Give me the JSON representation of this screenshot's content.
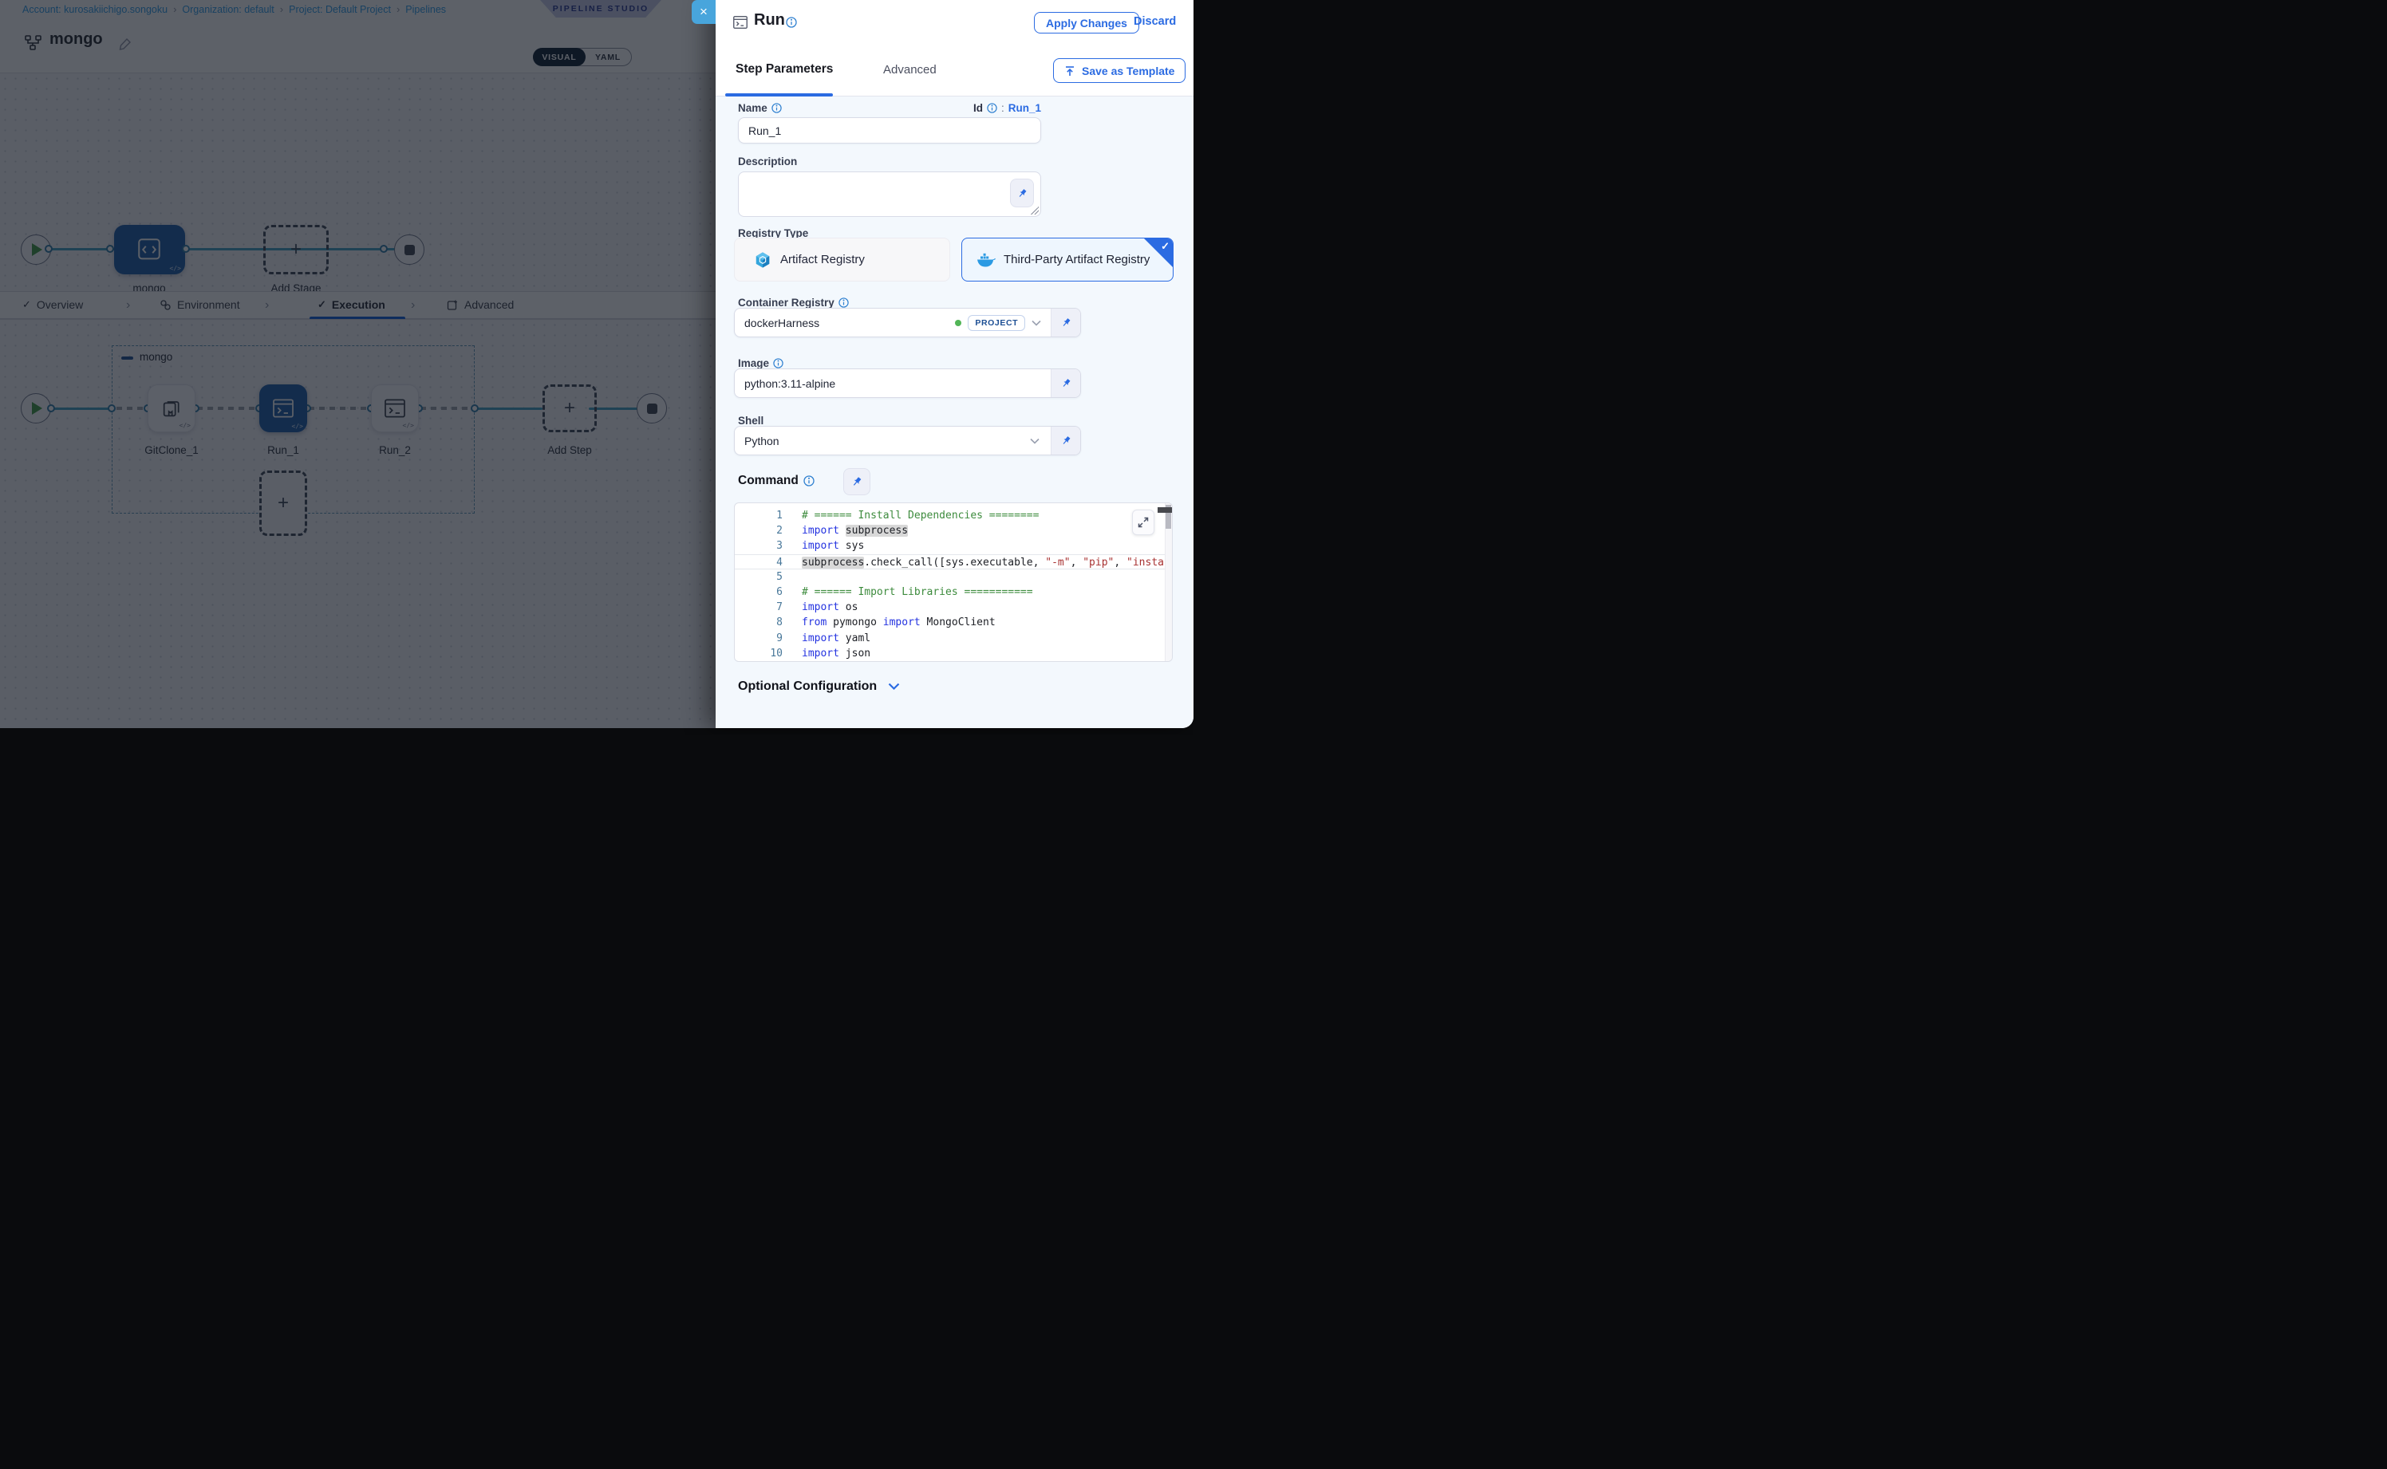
{
  "icons": {
    "check": "✓",
    "chevron": "›",
    "plus": "+",
    "close": "×"
  },
  "breadcrumb": {
    "separator": "›",
    "items": [
      "Account: kurosakiichigo.songoku",
      "Organization: default",
      "Project: Default Project",
      "Pipelines"
    ]
  },
  "studio_badge": "PIPELINE STUDIO",
  "pipeline_header": {
    "title": "mongo",
    "toggle": {
      "visual": "VISUAL",
      "yaml": "YAML"
    }
  },
  "stage_canvas": {
    "stage_label": "mongo",
    "add_stage_label": "Add Stage"
  },
  "nav_tabs": [
    {
      "label": "Overview"
    },
    {
      "label": "Environment"
    },
    {
      "label": "Execution"
    },
    {
      "label": "Advanced"
    }
  ],
  "execution": {
    "group_label": "mongo",
    "steps": [
      {
        "label": "GitClone_1"
      },
      {
        "label": "Run_1"
      },
      {
        "label": "Run_2"
      }
    ],
    "add_step_label": "Add Step"
  },
  "panel": {
    "title": "Run",
    "apply_label": "Apply Changes",
    "discard_label": "Discard",
    "tabs": {
      "step_parameters": "Step Parameters",
      "advanced": "Advanced"
    },
    "save_template_label": "Save as Template",
    "name": {
      "label": "Name",
      "value": "Run_1"
    },
    "id": {
      "label": "Id",
      "colon": ":",
      "value": "Run_1"
    },
    "description": {
      "label": "Description"
    },
    "registry_type": {
      "label": "Registry Type",
      "option1": "Artifact Registry",
      "option2": "Third-Party Artifact Registry"
    },
    "container_registry": {
      "label": "Container Registry",
      "value": "dockerHarness",
      "scope": "PROJECT"
    },
    "image": {
      "label": "Image",
      "value": "python:3.11-alpine"
    },
    "shell": {
      "label": "Shell",
      "value": "Python"
    },
    "command": {
      "label": "Command"
    },
    "code": {
      "current_line": 4,
      "lines": [
        [
          [
            "c",
            "# ====== Install Dependencies ========"
          ]
        ],
        [
          [
            "k",
            "import"
          ],
          [
            "t",
            " "
          ],
          [
            "h",
            "subprocess"
          ]
        ],
        [
          [
            "k",
            "import"
          ],
          [
            "t",
            " sys"
          ]
        ],
        [
          [
            "h",
            "subprocess"
          ],
          [
            "t",
            ".check_call([sys.executable, "
          ],
          [
            "s",
            "\"-m\""
          ],
          [
            "t",
            ", "
          ],
          [
            "s",
            "\"pip\""
          ],
          [
            "t",
            ", "
          ],
          [
            "s",
            "\"install\""
          ],
          [
            "t",
            ","
          ]
        ],
        [],
        [
          [
            "c",
            "# ====== Import Libraries ==========="
          ]
        ],
        [
          [
            "k",
            "import"
          ],
          [
            "t",
            " os"
          ]
        ],
        [
          [
            "k",
            "from"
          ],
          [
            "t",
            " pymongo "
          ],
          [
            "k",
            "import"
          ],
          [
            "t",
            " MongoClient"
          ]
        ],
        [
          [
            "k",
            "import"
          ],
          [
            "t",
            " yaml"
          ]
        ],
        [
          [
            "k",
            "import"
          ],
          [
            "t",
            " json"
          ]
        ]
      ]
    },
    "optional_config_label": "Optional Configuration",
    "accent_color": "#2b6be2",
    "node_blue": "#1a5ca8"
  }
}
